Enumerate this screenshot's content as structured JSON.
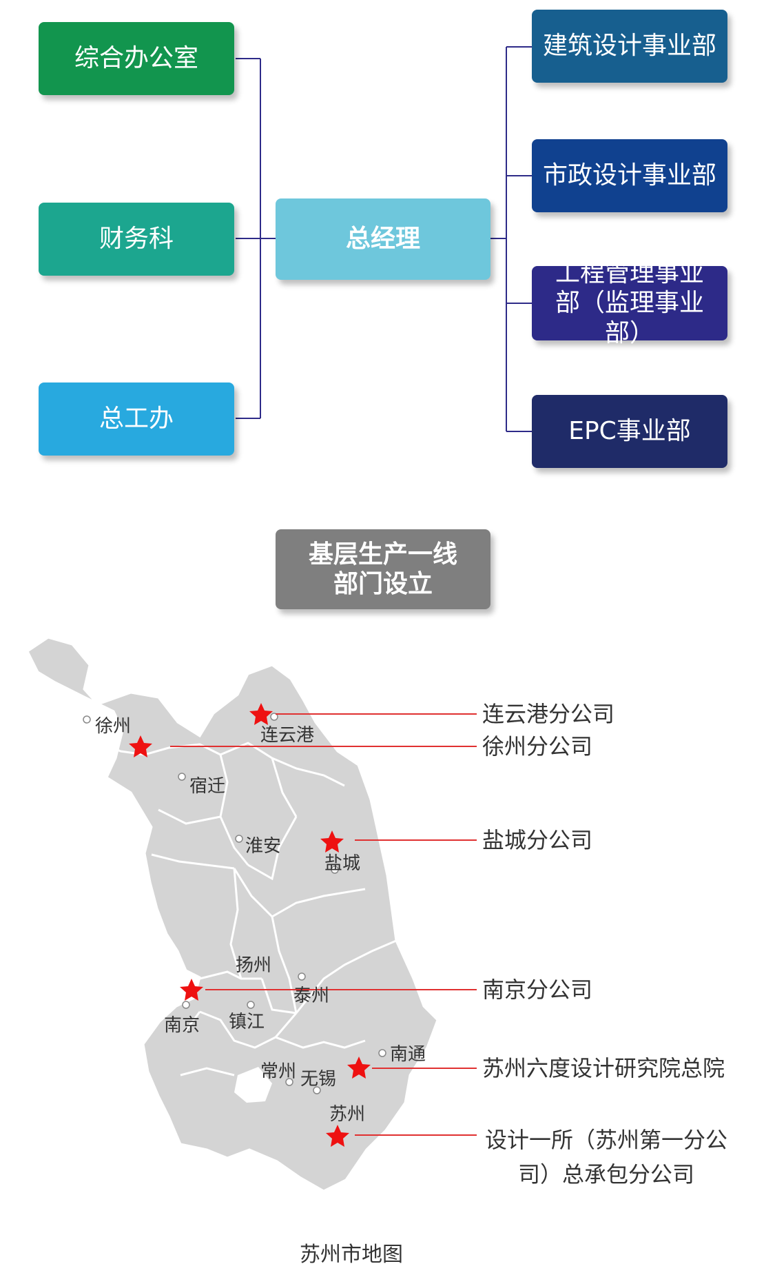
{
  "org": {
    "center": {
      "label": "总经理",
      "color": "#6ec7dc"
    },
    "left": [
      {
        "label": "综合办公室",
        "color": "#12954e"
      },
      {
        "label": "财务科",
        "color": "#1ca68f"
      },
      {
        "label": "总工办",
        "color": "#28a9df"
      }
    ],
    "right": [
      {
        "label": "建筑设计事业部",
        "color": "#175f8f"
      },
      {
        "label": "市政设计事业部",
        "color": "#10418f"
      },
      {
        "label": "工程管理事业部（监理事业部）",
        "color": "#2d2a88"
      },
      {
        "label": "EPC事业部",
        "color": "#1f2b68"
      }
    ],
    "line_color": "#2d2a88"
  },
  "grassroots": {
    "label": "基层生产一线部门设立",
    "color": "#7f7f7f"
  },
  "map": {
    "caption": "苏州市地图",
    "fill_color": "#d4d4d4",
    "star_color": "#ee1111",
    "leader_color": "#e03030",
    "cities": [
      "徐州",
      "连云港",
      "宿迁",
      "淮安",
      "盐城",
      "扬州",
      "泰州",
      "南京",
      "镇江",
      "南通",
      "常州",
      "无锡",
      "苏州"
    ],
    "branches": [
      {
        "label": "连云港分公司"
      },
      {
        "label": "徐州分公司"
      },
      {
        "label": "盐城分公司"
      },
      {
        "label": "南京分公司"
      },
      {
        "label": "苏州六度设计研究院总院"
      },
      {
        "label": "设计一所（苏州第一分公司）总承包分公司"
      }
    ]
  }
}
